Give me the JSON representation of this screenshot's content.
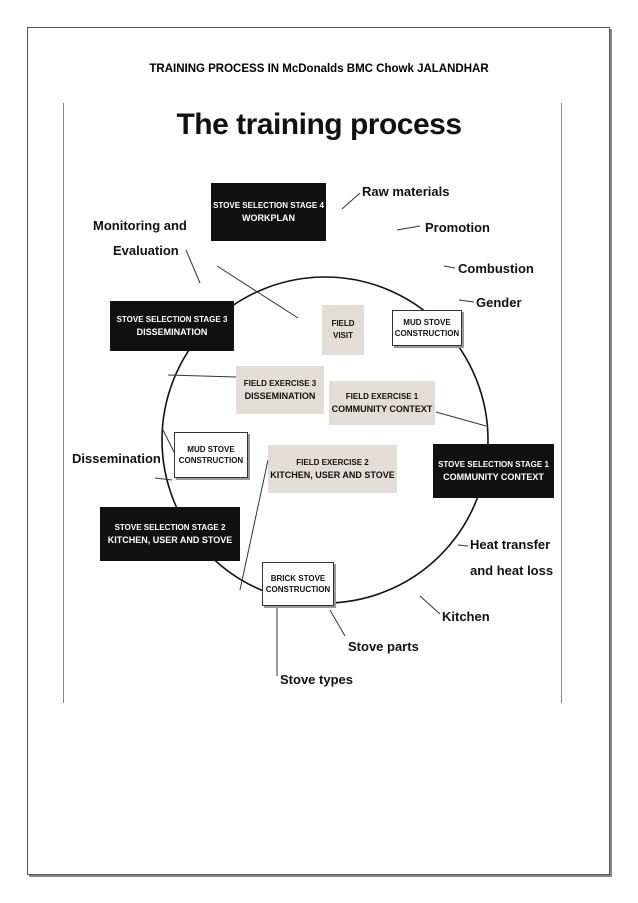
{
  "header": {
    "text": "TRAINING PROCESS IN McDonalds BMC Chowk JALANDHAR"
  },
  "diagram": {
    "title": "The training process",
    "stages": {
      "stage4": {
        "line1": "STOVE SELECTION STAGE 4",
        "line2": "WORKPLAN"
      },
      "stage3": {
        "line1": "STOVE SELECTION STAGE 3",
        "line2": "DISSEMINATION"
      },
      "stage2": {
        "line1": "STOVE SELECTION STAGE 2",
        "line2": "KITCHEN, USER AND STOVE"
      },
      "stage1": {
        "line1": "STOVE SELECTION STAGE 1",
        "line2": "COMMUNITY CONTEXT"
      }
    },
    "field_boxes": {
      "visit": {
        "line1": "FIELD",
        "line2": "VISIT"
      },
      "exercise3": {
        "line1": "FIELD EXERCISE 3",
        "line2": "DISSEMINATION"
      },
      "exercise1": {
        "line1": "FIELD EXERCISE 1",
        "line2": "COMMUNITY CONTEXT"
      },
      "exercise2": {
        "line1": "FIELD EXERCISE 2",
        "line2": "KITCHEN, USER AND STOVE"
      }
    },
    "construction_boxes": {
      "mud_right": {
        "line1": "MUD STOVE",
        "line2": "CONSTRUCTION"
      },
      "mud_left": {
        "line1": "MUD STOVE",
        "line2": "CONSTRUCTION"
      },
      "brick": {
        "line1": "BRICK STOVE",
        "line2": "CONSTRUCTION"
      }
    },
    "topics": {
      "raw_materials": "Raw materials",
      "promotion": "Promotion",
      "combustion": "Combustion",
      "gender": "Gender",
      "heat_transfer_1": "Heat  transfer",
      "heat_transfer_2": "and heat loss",
      "kitchen": "Kitchen",
      "stove_parts": "Stove parts",
      "stove_types": "Stove types",
      "dissemination": "Dissemination",
      "monitoring_1": "Monitoring and",
      "monitoring_2": "Evaluation"
    }
  }
}
